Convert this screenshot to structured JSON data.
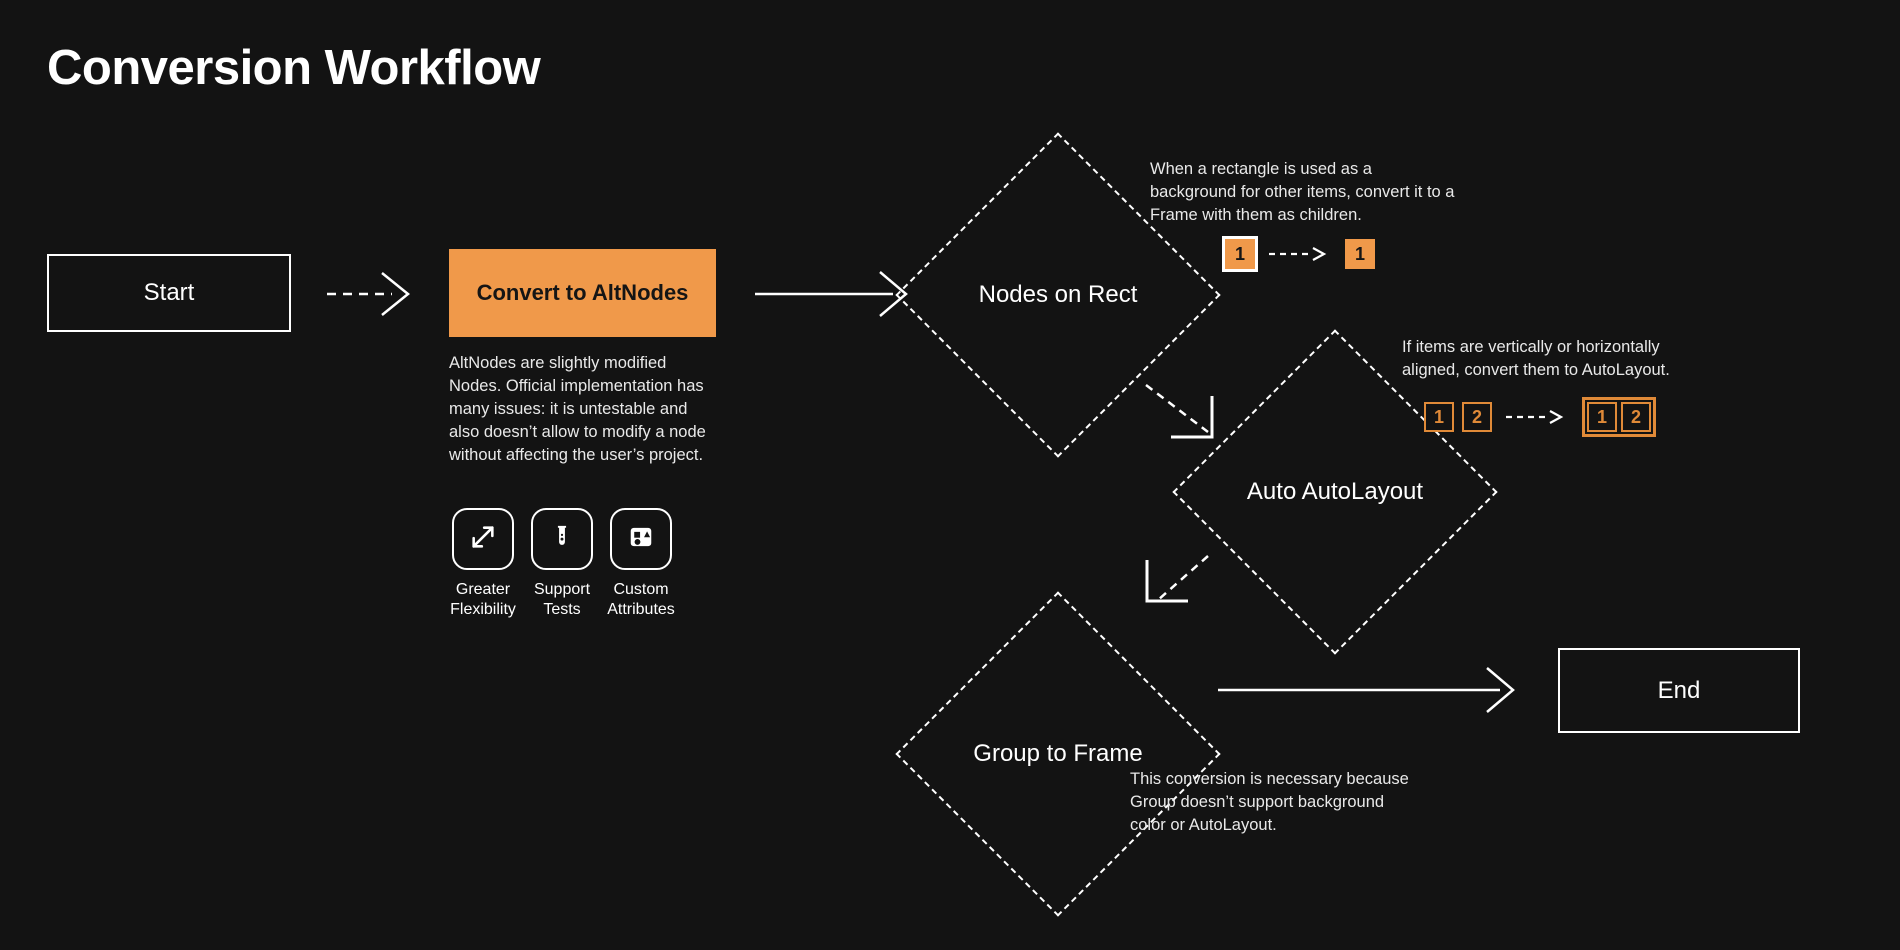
{
  "page": {
    "title": "Conversion Workflow",
    "background_color": "#131313",
    "accent_color": "#F0994A",
    "text_color": "#FFFFFF"
  },
  "nodes": {
    "start": {
      "label": "Start",
      "shape": "rectangle"
    },
    "convert": {
      "label": "Convert to AltNodes",
      "shape": "rectangle",
      "fill": "#F0994A"
    },
    "nodes_on_rect": {
      "label": "Nodes on Rect",
      "shape": "diamond"
    },
    "auto_autolayout": {
      "label": "Auto AutoLayout",
      "shape": "diamond"
    },
    "group_to_frame": {
      "label": "Group to Frame",
      "shape": "diamond"
    },
    "end": {
      "label": "End",
      "shape": "rectangle"
    }
  },
  "notes": {
    "altnodes": "AltNodes are slightly modified Nodes. Official implementation has many issues: it is untestable and also doesn’t allow to modify a node without affecting the user’s project.",
    "nodes_on_rect": "When a rectangle is used as a background for other items, convert it to a Frame with them as children.",
    "auto_autolayout": "If items are vertically or horizontally aligned, convert them to AutoLayout.",
    "group_to_frame": "This conversion is necessary because Group doesn’t support background color or AutoLayout."
  },
  "features": [
    {
      "icon": "expand-arrows-icon",
      "label": "Greater\nFlexibility"
    },
    {
      "icon": "test-tube-icon",
      "label": "Support\nTests"
    },
    {
      "icon": "shapes-icon",
      "label": "Custom\nAttributes"
    }
  ],
  "badge_illustrations": {
    "nodes_on_rect": {
      "before": [
        {
          "text": "1",
          "style": "filled-framed"
        }
      ],
      "after": [
        {
          "text": "1",
          "style": "filled"
        }
      ],
      "connector": "dashed-arrow"
    },
    "auto_autolayout": {
      "before": [
        {
          "text": "1",
          "style": "outlined"
        },
        {
          "text": "2",
          "style": "outlined"
        }
      ],
      "after": [
        {
          "text": "1",
          "style": "outlined"
        },
        {
          "text": "2",
          "style": "outlined"
        }
      ],
      "after_grouped": true,
      "connector": "dashed-arrow"
    }
  },
  "connectors": [
    {
      "from": "start",
      "to": "convert",
      "style": "dashed"
    },
    {
      "from": "convert",
      "to": "nodes_on_rect",
      "style": "solid"
    },
    {
      "from": "nodes_on_rect",
      "to": "auto_autolayout",
      "style": "dashed-elbow"
    },
    {
      "from": "auto_autolayout",
      "to": "group_to_frame",
      "style": "dashed-elbow"
    },
    {
      "from": "group_to_frame",
      "to": "end",
      "style": "solid"
    }
  ]
}
